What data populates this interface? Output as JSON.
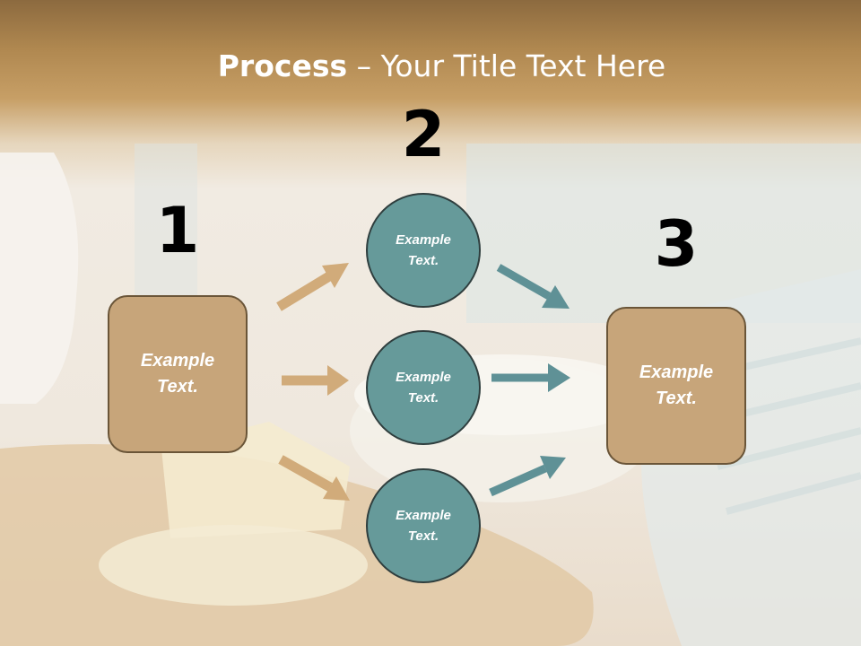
{
  "title": {
    "bold": "Process",
    "rest": " – Your Title Text Here"
  },
  "steps": [
    {
      "number": "1",
      "label": "Example Text."
    },
    {
      "number": "2",
      "labels": [
        "Example Text.",
        "Example Text.",
        "Example Text."
      ]
    },
    {
      "number": "3",
      "label": "Example Text."
    }
  ],
  "colors": {
    "box": "#c7a57a",
    "circle": "#669a9a",
    "arrow_tan": "#d1ab7a",
    "arrow_teal": "#5f9196",
    "title": "#ffffff"
  }
}
